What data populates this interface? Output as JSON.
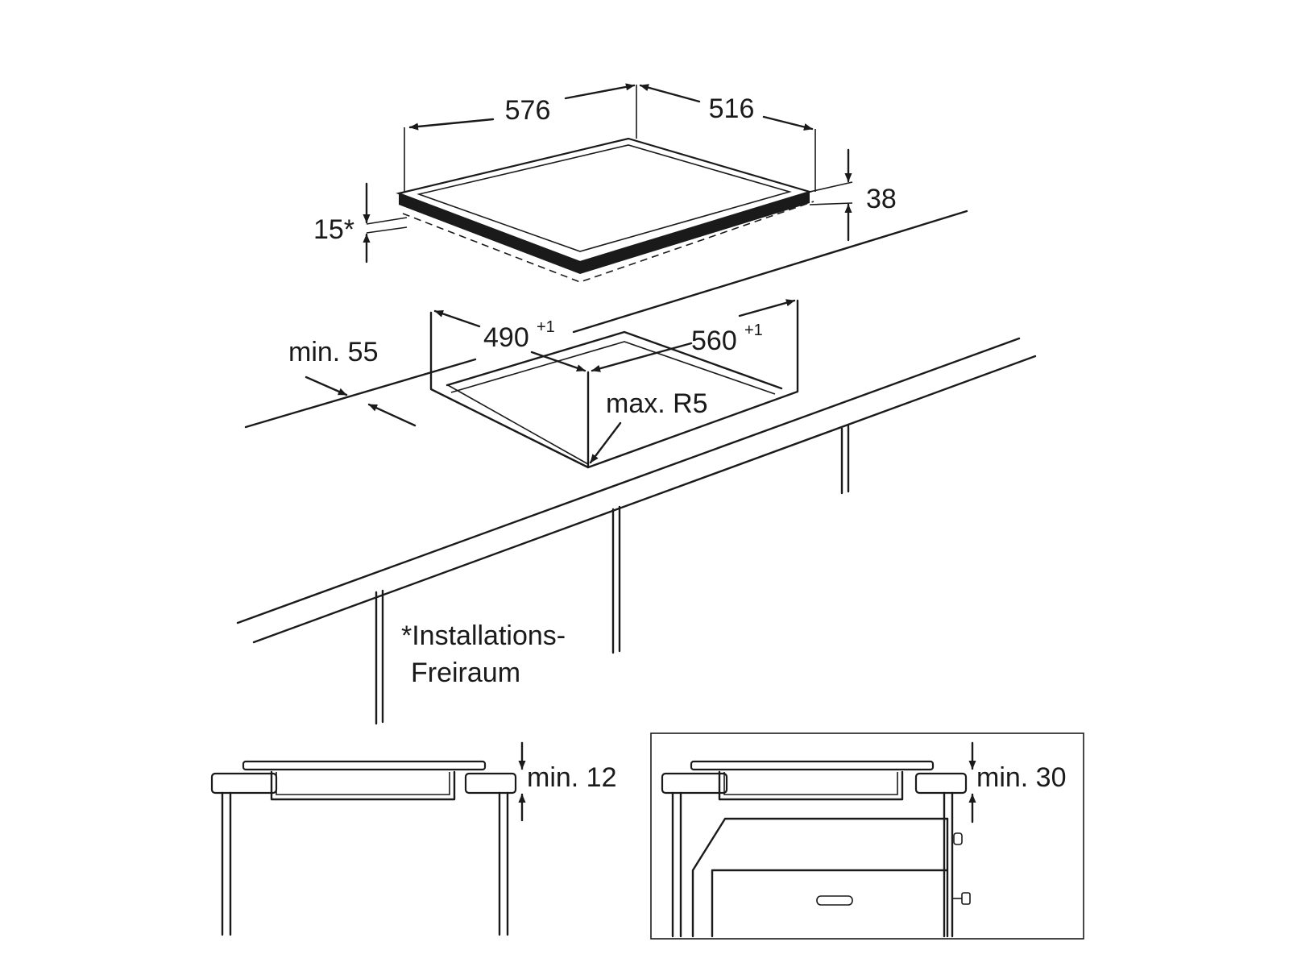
{
  "hob": {
    "width_label": "576",
    "depth_label": "516",
    "height_label": "38",
    "clearance_label": "15*"
  },
  "cutout": {
    "width_label": "490",
    "width_tolerance": "+1",
    "depth_label": "560",
    "depth_tolerance": "+1",
    "edge_distance_label": "min. 55",
    "corner_radius_label": "max. R5"
  },
  "footnote": {
    "line1": "*Installations-",
    "line2": "Freiraum"
  },
  "detail_left": {
    "clearance_label": "min. 12"
  },
  "detail_right": {
    "clearance_label": "min. 30"
  }
}
